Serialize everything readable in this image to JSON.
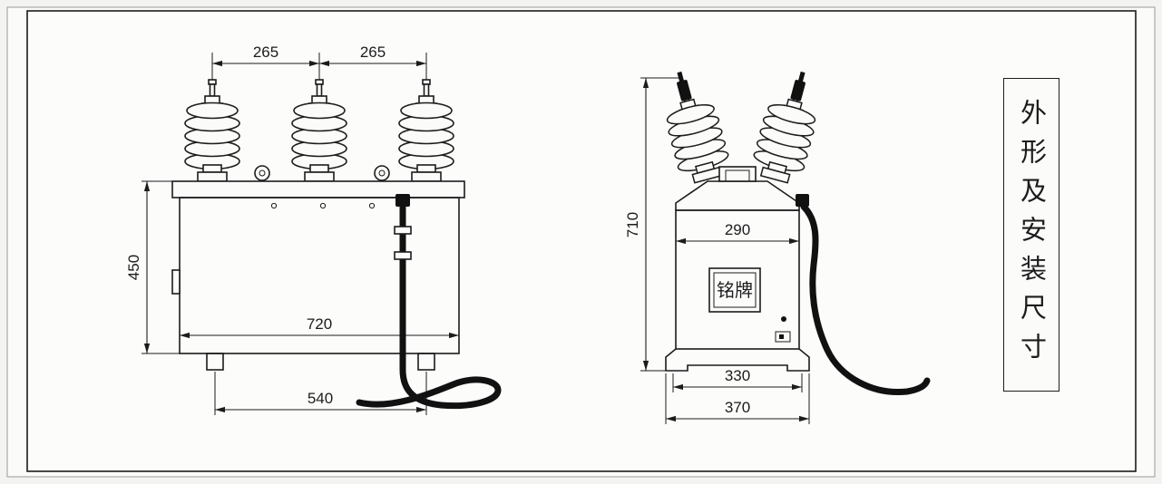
{
  "drawing": {
    "side_panel_title": "外形及安装尺寸",
    "front_view": {
      "dim_bushing_spacing_left": "265",
      "dim_bushing_spacing_right": "265",
      "dim_body_height": "450",
      "dim_body_width": "720",
      "dim_foot_spacing": "540"
    },
    "side_view": {
      "dim_total_height": "710",
      "dim_body_depth": "290",
      "dim_base_inner": "330",
      "dim_base_outer": "370",
      "nameplate_label": "铭牌"
    }
  }
}
